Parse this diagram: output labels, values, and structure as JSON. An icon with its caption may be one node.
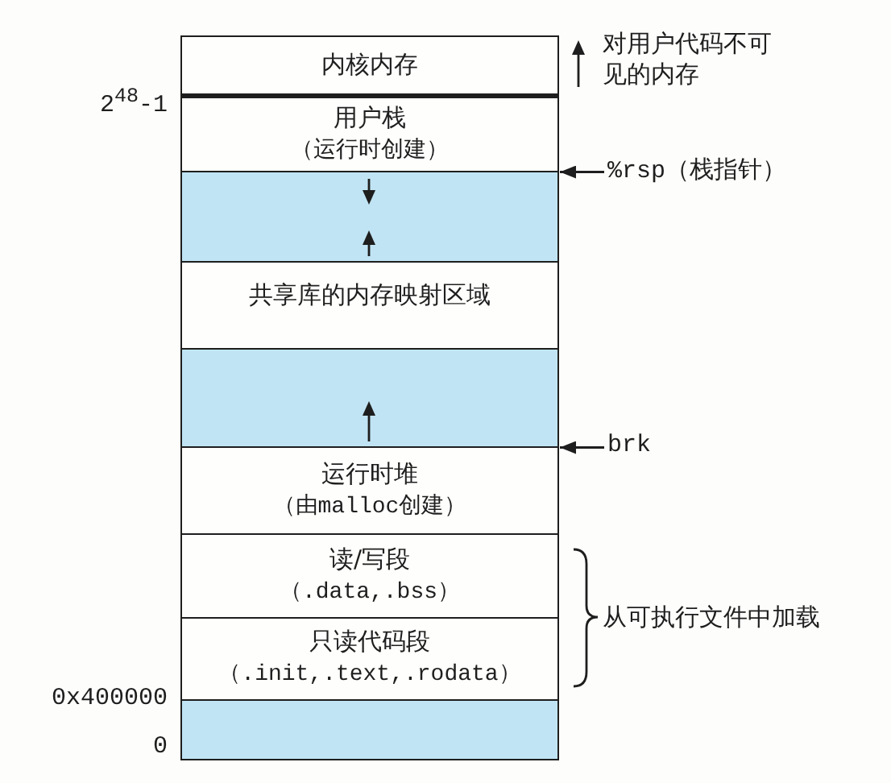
{
  "diagram": {
    "nodes": [
      {
        "text": [
          "内核内存"
        ],
        "beside": [
          "对用户代码不可见的内存"
        ]
      },
      {
        "text": [
          "用户栈",
          "（运行时创建）"
        ]
      },
      {
        "text": [],
        "shape": "box"
      },
      {
        "text": [
          "共享库的内存映射区域"
        ]
      },
      {
        "text": [],
        "shape": "box"
      },
      {
        "text": [
          "运行时堆",
          "（由malloc创建）"
        ]
      },
      {
        "text": [
          "读/写段",
          "（.data,.bss）"
        ]
      },
      {
        "text": [
          "只读代码段",
          "（.init,.text,.rodata）"
        ]
      },
      {
        "text": [],
        "shape": "box"
      },
      {
        "text": [
          "%rsp（栈指针）"
        ]
      },
      {
        "text": [
          "brk"
        ]
      }
    ],
    "edges": [
      {
        "from": 9,
        "to": 1,
        "arrow": "to"
      },
      {
        "from": 10,
        "to": 5,
        "arrow": "to"
      }
    ],
    "labels": [
      "2$^{48}$-1",
      "从可执行文件中加载",
      "0x400000",
      "0"
    ]
  }
}
